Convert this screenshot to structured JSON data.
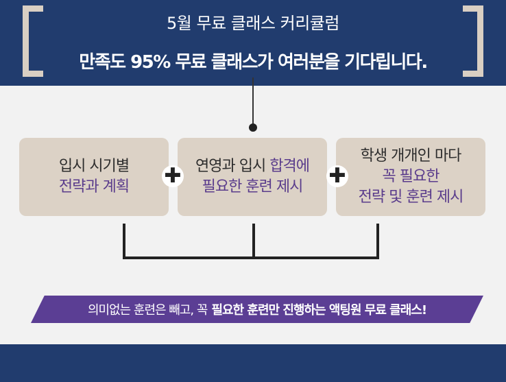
{
  "header": {
    "subtitle": "5월 무료 클래스 커리큘럼",
    "title": "만족도 95% 무료 클래스가 여러분을 기다립니다."
  },
  "cards": [
    {
      "line1": "입시 시기별",
      "line2": "전략과 계획"
    },
    {
      "line1_dark": "연영과 입시 ",
      "line1_accent": "합격에",
      "line2": "필요한 훈련 제시"
    },
    {
      "line1": "학생 개개인 마다",
      "line2": "꼭 필요한",
      "line3": "전략 및 훈련 제시"
    }
  ],
  "plus_symbol": "✚",
  "banner": {
    "regular": "의미없는 훈련은 빼고, 꼭",
    "bold": "필요한 훈련만 진행하는 액팅원 무료 클래스!"
  },
  "colors": {
    "navy": "#213c6e",
    "beige": "#dcd2c6",
    "purple": "#5b3e94",
    "accent_text": "#5a3c8c"
  }
}
